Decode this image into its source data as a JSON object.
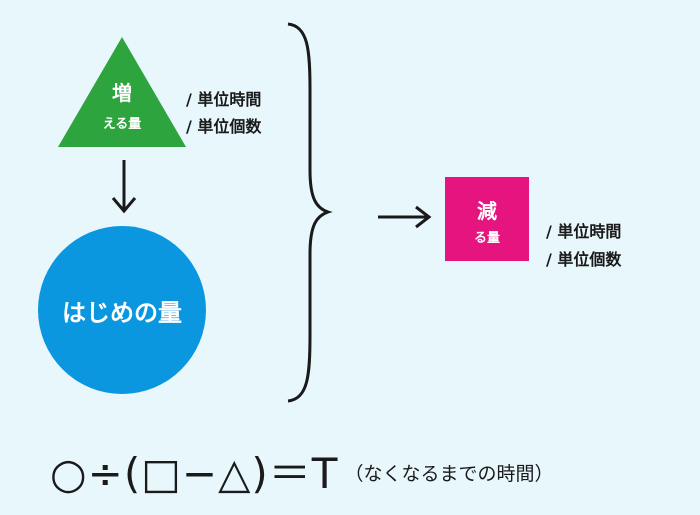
{
  "triangle": {
    "main": "増",
    "sub": "える量",
    "color": "#2ea43e"
  },
  "triangle_units": [
    "/ 単位時間",
    "/ 単位個数"
  ],
  "circle": {
    "label": "はじめの量",
    "color": "#0a97df"
  },
  "square": {
    "main": "減",
    "sub": "る量",
    "color": "#e5147e"
  },
  "square_units": [
    "/ 単位時間",
    "/ 単位個数"
  ],
  "formula": {
    "expression": "○÷(□−△)＝T",
    "note": "（なくなるまでの時間）"
  }
}
